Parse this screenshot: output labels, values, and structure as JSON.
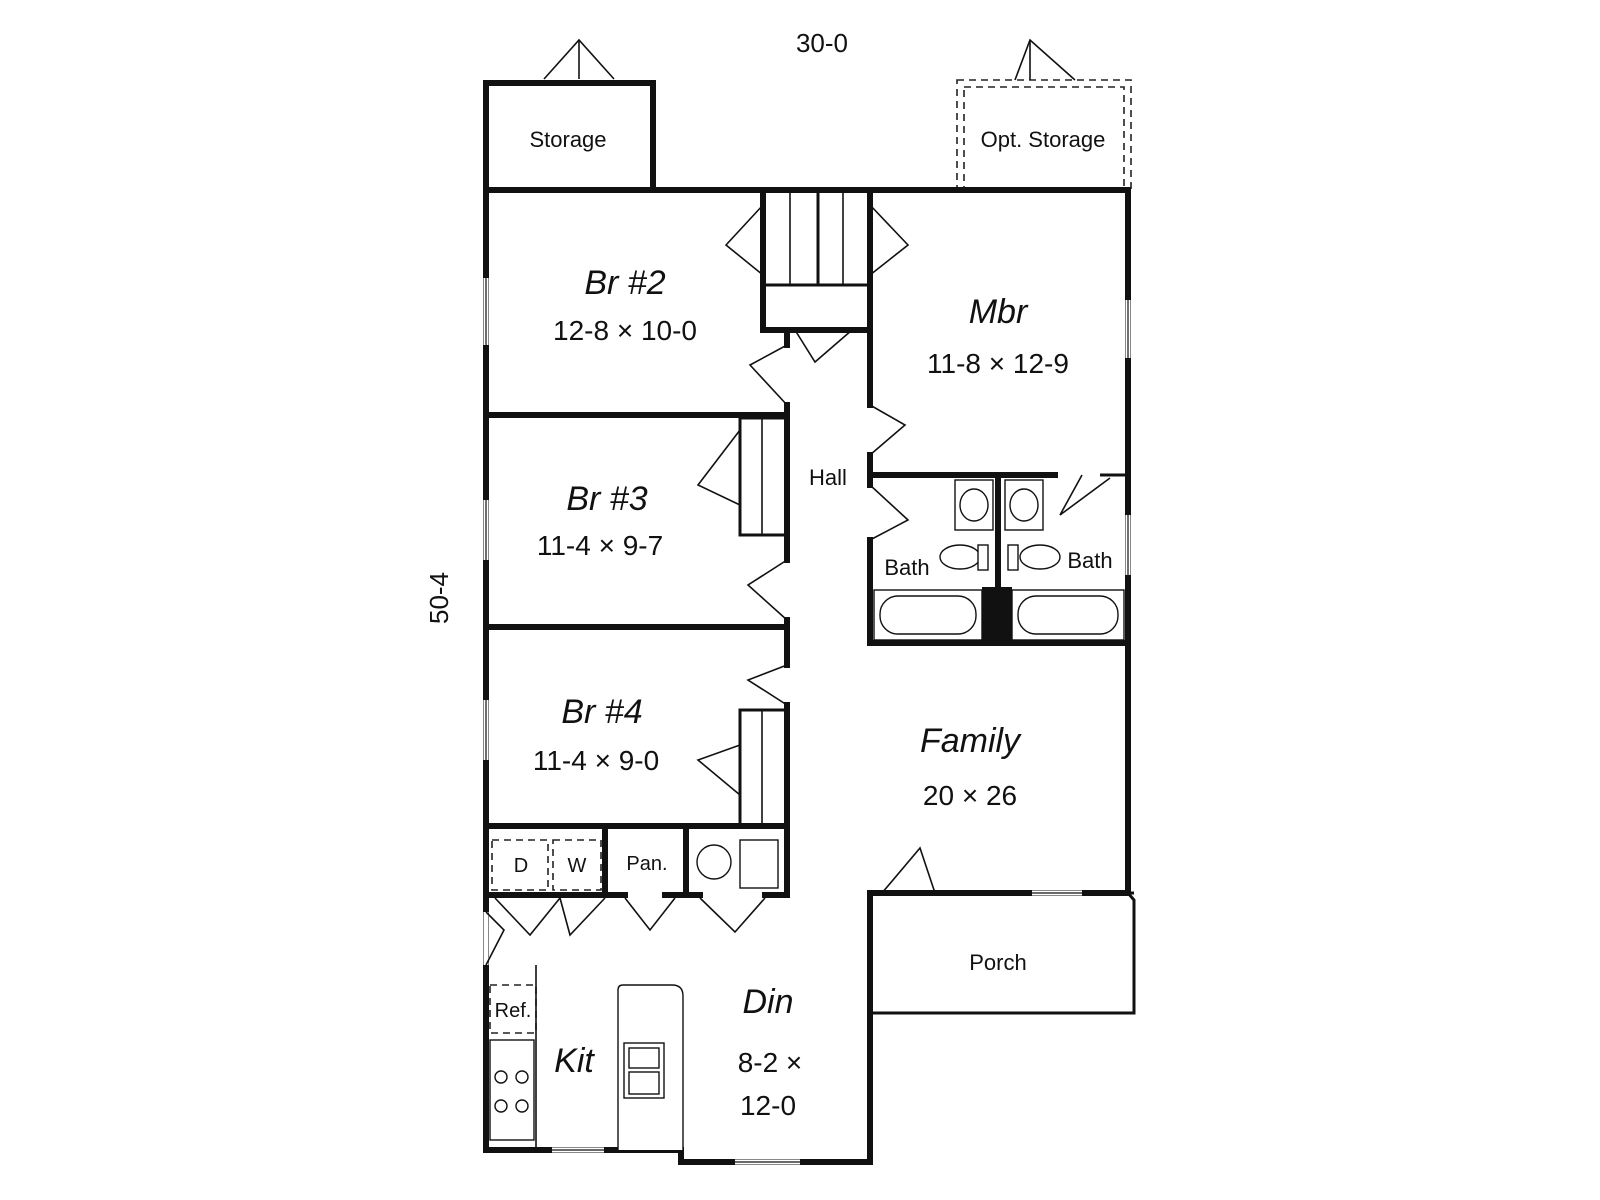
{
  "dimensions": {
    "width": "30-0",
    "depth": "50-4"
  },
  "rooms": {
    "storage": {
      "name": "Storage"
    },
    "opt_storage": {
      "name": "Opt. Storage"
    },
    "br2": {
      "name": "Br #2",
      "size": "12-8 × 10-0"
    },
    "mbr": {
      "name": "Mbr",
      "size": "11-8 × 12-9"
    },
    "hall": {
      "name": "Hall"
    },
    "br3": {
      "name": "Br #3",
      "size": "11-4 × 9-7"
    },
    "bath_left": {
      "name": "Bath"
    },
    "bath_right": {
      "name": "Bath"
    },
    "br4": {
      "name": "Br #4",
      "size": "11-4 × 9-0"
    },
    "family": {
      "name": "Family",
      "size": "20 × 26"
    },
    "dryer": {
      "name": "D"
    },
    "washer": {
      "name": "W"
    },
    "pantry": {
      "name": "Pan."
    },
    "porch": {
      "name": "Porch"
    },
    "refrigerator": {
      "name": "Ref."
    },
    "kitchen": {
      "name": "Kit"
    },
    "dining": {
      "name": "Din",
      "size_line1": "8-2 ×",
      "size_line2": "12-0"
    }
  }
}
